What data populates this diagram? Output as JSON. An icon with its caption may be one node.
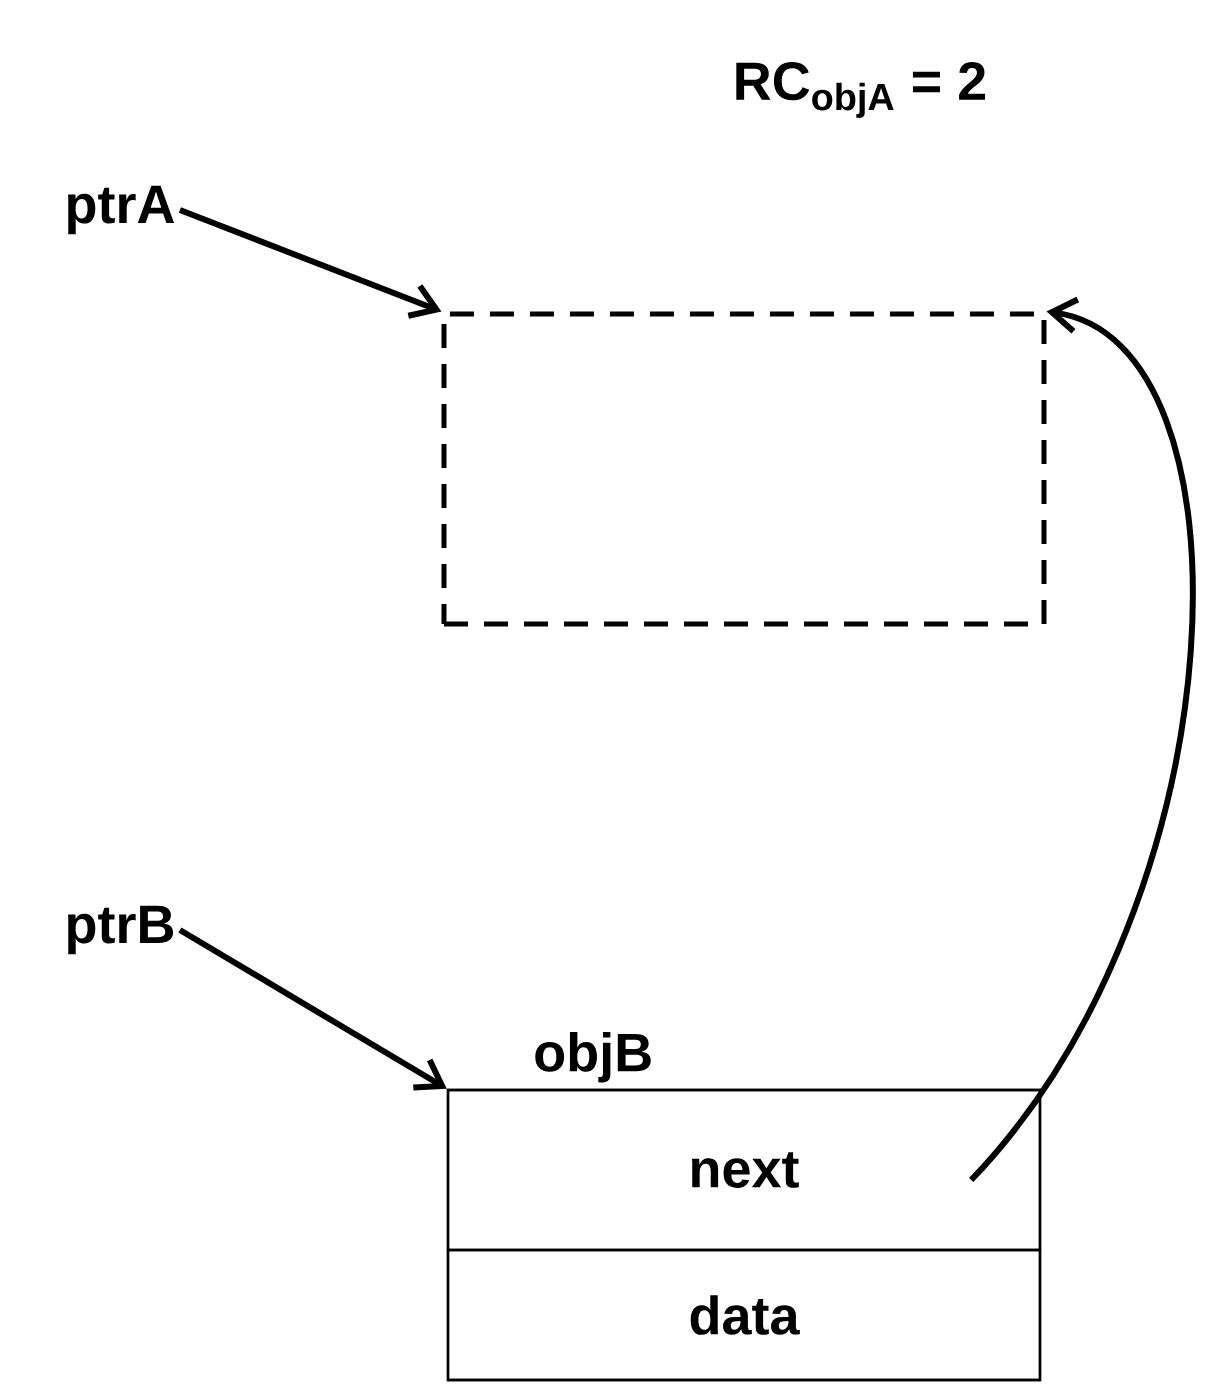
{
  "diagram": {
    "nodes": [
      {
        "text": [
          "ptrA"
        ]
      },
      {
        "text": [],
        "shape": "box"
      },
      {
        "text": [
          "ptrB"
        ]
      },
      {
        "text": [
          "objB"
        ]
      },
      {
        "text": [
          "next"
        ],
        "in": 3
      },
      {
        "text": [
          "data"
        ],
        "in": 3
      }
    ],
    "edges": [
      {
        "from": 0,
        "to": 1,
        "arrow": "to"
      },
      {
        "from": 2,
        "to": 3,
        "arrow": "to"
      },
      {
        "from": 4,
        "to": 1,
        "arrow": "to"
      }
    ],
    "labels": [
      "RC$_{objA}$ = 2"
    ]
  }
}
